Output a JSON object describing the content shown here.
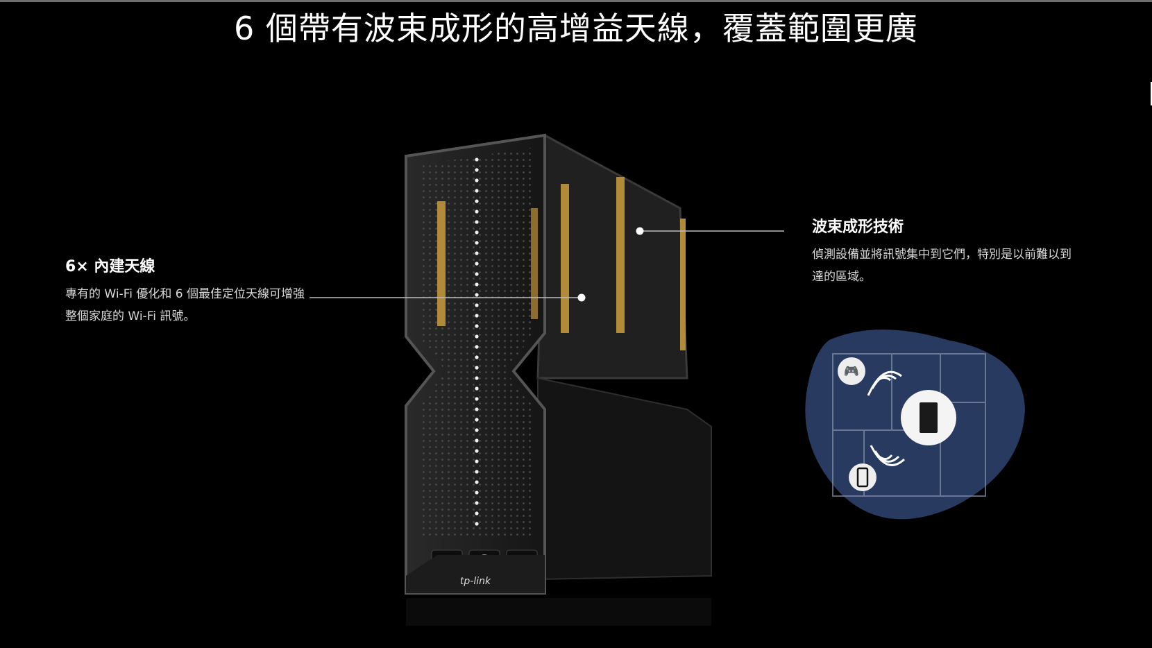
{
  "title": "6 個帶有波束成形的高增益天線，覆蓋範圍更廣",
  "features": {
    "antennas": {
      "heading": "6× 內建天線",
      "body": "專有的 Wi-Fi 優化和 6 個最佳定位天線可增強整個家庭的 Wi-Fi 訊號。"
    },
    "beamforming": {
      "heading": "波束成形技術",
      "body": "偵測設備並將訊號集中到它們，特別是以前難以到達的區域。"
    }
  },
  "router": {
    "brand_logo": "tp-link",
    "buttons": [
      "refresh-icon",
      "wifi-icon",
      "led-icon"
    ]
  },
  "coverage_map": {
    "devices": [
      "gamepad-icon",
      "router-icon",
      "phone-icon"
    ],
    "accent_color": "#2f4470"
  },
  "colors": {
    "background": "#000000",
    "text": "#ffffff",
    "antenna_gold": "#b18a3a"
  }
}
